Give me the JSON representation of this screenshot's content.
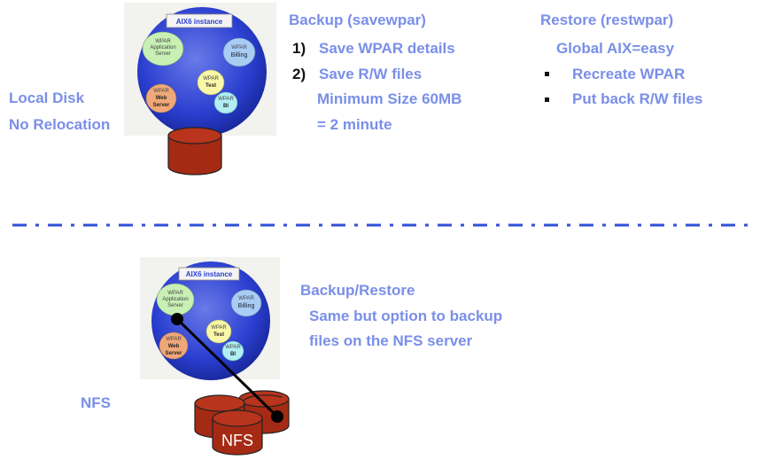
{
  "top": {
    "left_label_1": "Local Disk",
    "left_label_2": "No Relocation",
    "backup_title": "Backup (savewpar)",
    "backup_items": [
      {
        "num": "1)",
        "text": "Save WPAR details"
      },
      {
        "num": "2)",
        "text": "Save R/W files"
      }
    ],
    "backup_min_1": "Minimum Size 60MB",
    "backup_min_2": "= 2 minute",
    "restore_title": "Restore (restwpar)",
    "restore_sub": "Global AIX=easy",
    "restore_items": [
      "Recreate WPAR",
      "Put back R/W files"
    ]
  },
  "bottom": {
    "label": "NFS",
    "title": "Backup/Restore",
    "line1": "Same but option to backup",
    "line2": "files on the NFS server",
    "nfs_disk_label": "NFS"
  },
  "instance": {
    "title": "AIX6 instance",
    "wpars": [
      {
        "line1": "WPAR",
        "line2": "Application",
        "line3": "Server"
      },
      {
        "line1": "WPAR",
        "line2": "Billing"
      },
      {
        "line1": "WPAR",
        "line2": "Test"
      },
      {
        "line1": "WPAR",
        "line2": "Web",
        "line3": "Server"
      },
      {
        "line1": "WPAR",
        "line2": "BI"
      }
    ]
  },
  "colors": {
    "text_blue": "#7a8fe8",
    "disk_red": "#a52a14",
    "globe_blue": "#2a3fd0",
    "dash_blue": "#3050d8"
  }
}
